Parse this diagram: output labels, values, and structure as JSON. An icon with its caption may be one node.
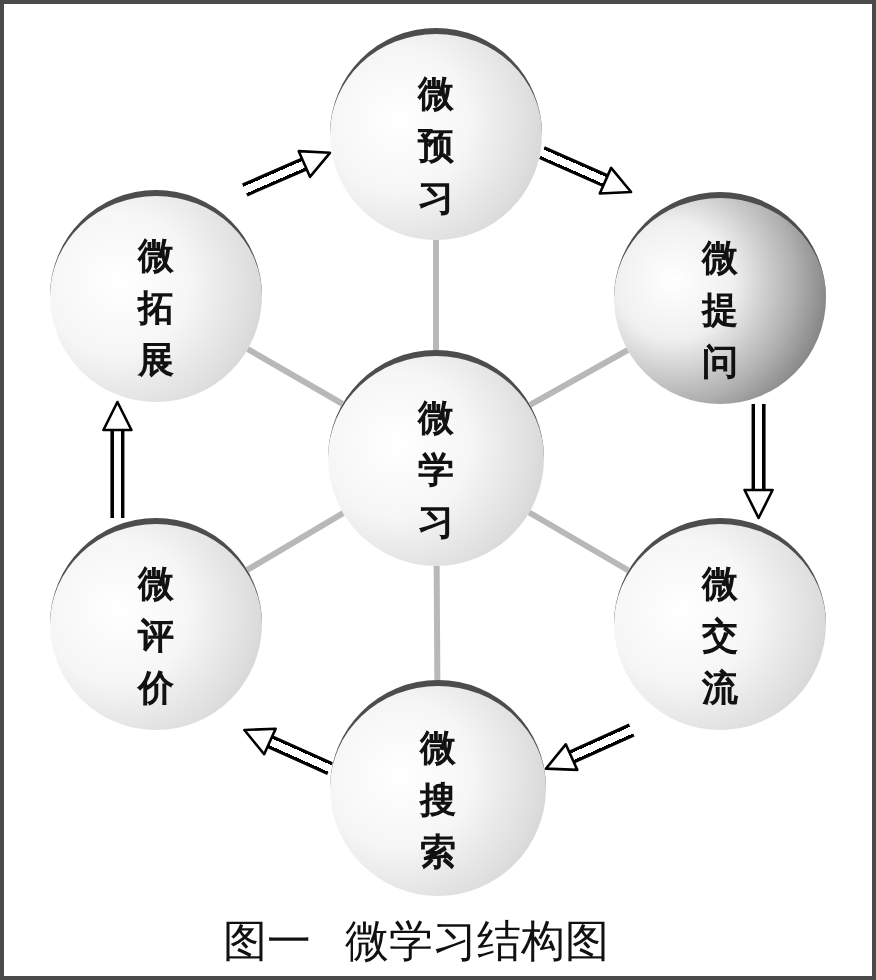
{
  "diagram": {
    "caption": "图一 微学习结构图",
    "nodes": [
      {
        "text": [
          "微预习"
        ]
      },
      {
        "text": [
          "微拓展"
        ]
      },
      {
        "text": [
          "微提问"
        ]
      },
      {
        "text": [
          "微学习"
        ]
      },
      {
        "text": [
          "微评价"
        ]
      },
      {
        "text": [
          "微交流"
        ]
      },
      {
        "text": [
          "微搜索"
        ]
      }
    ],
    "edges": [
      {
        "from": 3,
        "to": 0,
        "arrow": "none",
        "color": "#b8b8b8"
      },
      {
        "from": 3,
        "to": 1,
        "arrow": "none",
        "color": "#b8b8b8"
      },
      {
        "from": 3,
        "to": 2,
        "arrow": "none",
        "color": "#b8b8b8"
      },
      {
        "from": 3,
        "to": 4,
        "arrow": "none",
        "color": "#b8b8b8"
      },
      {
        "from": 3,
        "to": 5,
        "arrow": "none",
        "color": "#b8b8b8"
      },
      {
        "from": 3,
        "to": 6,
        "arrow": "none",
        "color": "#b8b8b8"
      },
      {
        "from": 0,
        "to": 2,
        "arrow": "to"
      },
      {
        "from": 2,
        "to": 5,
        "arrow": "to"
      },
      {
        "from": 5,
        "to": 6,
        "arrow": "to"
      },
      {
        "from": 6,
        "to": 4,
        "arrow": "to"
      },
      {
        "from": 4,
        "to": 1,
        "arrow": "to"
      },
      {
        "from": 1,
        "to": 0,
        "arrow": "to"
      }
    ]
  }
}
